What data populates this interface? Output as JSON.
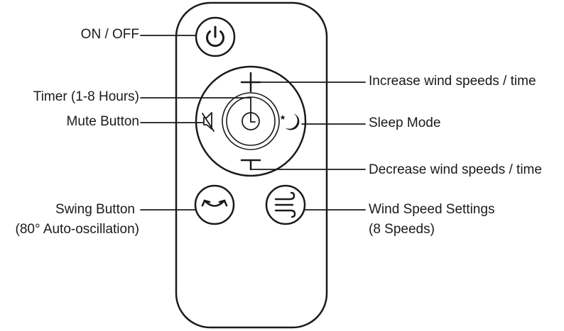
{
  "labels": {
    "on_off": "ON / OFF",
    "timer": "Timer (1-8 Hours)",
    "mute": "Mute Button",
    "swing_line1": "Swing Button",
    "swing_line2": "(80° Auto-oscillation)",
    "increase": "Increase wind speeds / time",
    "sleep": "Sleep Mode",
    "decrease": "Decrease wind speeds / time",
    "wind_line1": "Wind Speed Settings",
    "wind_line2": "(8 Speeds)"
  },
  "icons": {
    "power": "power-icon",
    "plus": "plus-icon",
    "minus": "minus-icon",
    "mute": "mute-icon",
    "timer": "clock-icon",
    "sleep": "moon-icon",
    "swing": "swing-icon",
    "wind": "wind-icon"
  },
  "colors": {
    "stroke": "#1a1a1a",
    "background": "#ffffff"
  }
}
